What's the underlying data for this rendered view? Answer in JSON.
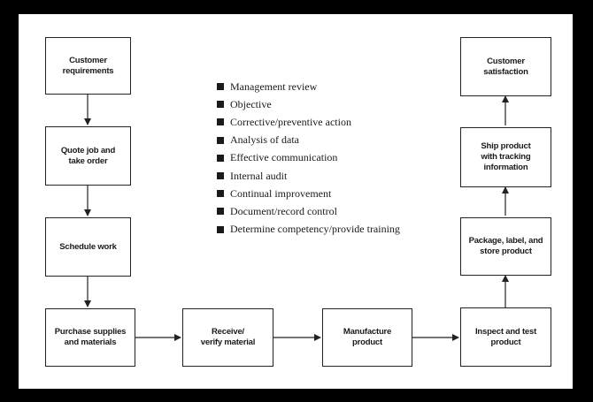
{
  "diagram": {
    "nodes": {
      "customer_requirements": "Customer\nrequirements",
      "quote_job": "Quote job and\ntake order",
      "schedule_work": "Schedule work",
      "purchase_supplies": "Purchase supplies\nand materials",
      "receive_verify": "Receive/\nverify material",
      "manufacture": "Manufacture\nproduct",
      "inspect_test": "Inspect and test\nproduct",
      "package": "Package, label, and\nstore product",
      "ship": "Ship product\nwith tracking\ninformation",
      "customer_satisfaction": "Customer\nsatisfaction"
    },
    "legend": [
      "Management review",
      "Objective",
      "Corrective/preventive action",
      "Analysis of data",
      "Effective communication",
      "Internal audit",
      "Continual improvement",
      "Document/record control",
      "Determine competency/provide training"
    ]
  }
}
